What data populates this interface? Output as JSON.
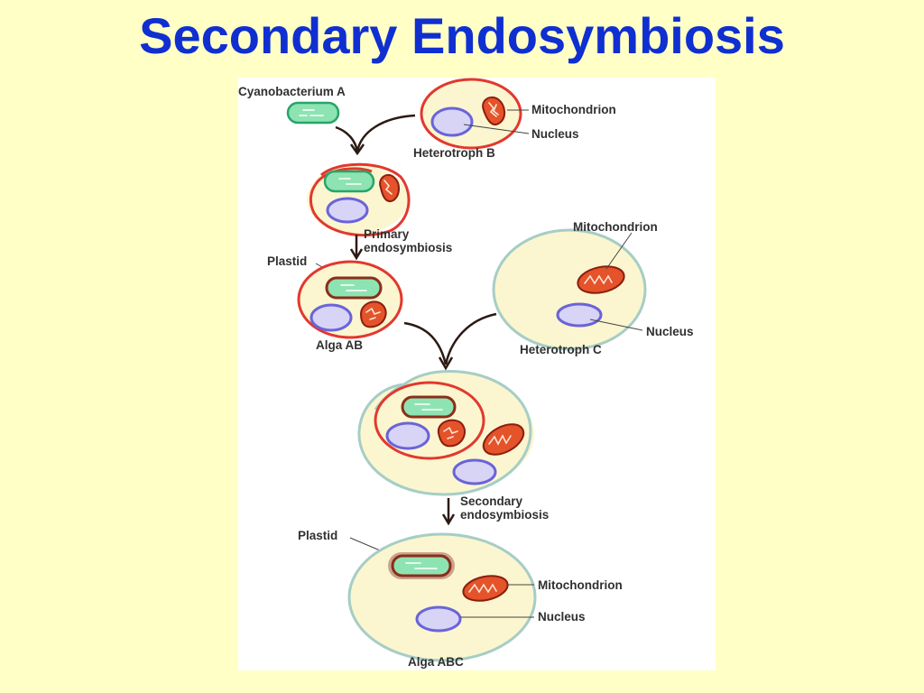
{
  "title": "Secondary Endosymbiosis",
  "diagram": {
    "labels": {
      "cyanobacterium_a": "Cyanobacterium A",
      "mitochondrion_top": "Mitochondrion",
      "nucleus_top": "Nucleus",
      "heterotroph_b": "Heterotroph B",
      "primary_1": "Primary",
      "primary_2": "endosymbiosis",
      "plastid_ab": "Plastid",
      "alga_ab": "Alga AB",
      "mitochondrion_c": "Mitochondrion",
      "nucleus_c": "Nucleus",
      "heterotroph_c": "Heterotroph C",
      "secondary_1": "Secondary",
      "secondary_2": "endosymbiosis",
      "plastid_abc": "Plastid",
      "mitochondrion_abc": "Mitochondrion",
      "nucleus_abc": "Nucleus",
      "alga_abc": "Alga ABC"
    },
    "colors": {
      "background": "#ffffc6",
      "title": "#0f2fd1",
      "plastid": "#8ee3b2",
      "nucleus": "#d8d4f6",
      "mitochondrion": "#e4532a",
      "primary_membrane": "#e2382e",
      "host_membrane": "#a6cdc6"
    }
  }
}
